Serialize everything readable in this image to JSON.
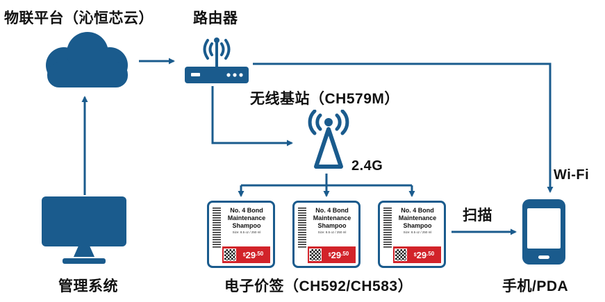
{
  "diagram": {
    "nodes": {
      "iot_platform_label": "物联平台（沁恒芯云）",
      "router_label": "路由器",
      "base_station_label": "无线基站（CH579M）",
      "management_label": "管理系统",
      "price_tags_label": "电子价签（CH592/CH583）",
      "phone_label": "手机/PDA"
    },
    "edges": {
      "freq_label": "2.4G",
      "wifi_label": "Wi-Fi",
      "scan_label": "扫描"
    },
    "price_tag": {
      "line1": "No. 4 Bond",
      "line2": "Maintenance",
      "line3": "Shampoo",
      "size": "Size: 8.5 oz / 250 ml",
      "currency": "$",
      "price_int": "29",
      "price_dec": ".50"
    },
    "colors": {
      "primary": "#1a5b8d",
      "price_red": "#d2232a",
      "text": "#111111"
    }
  }
}
